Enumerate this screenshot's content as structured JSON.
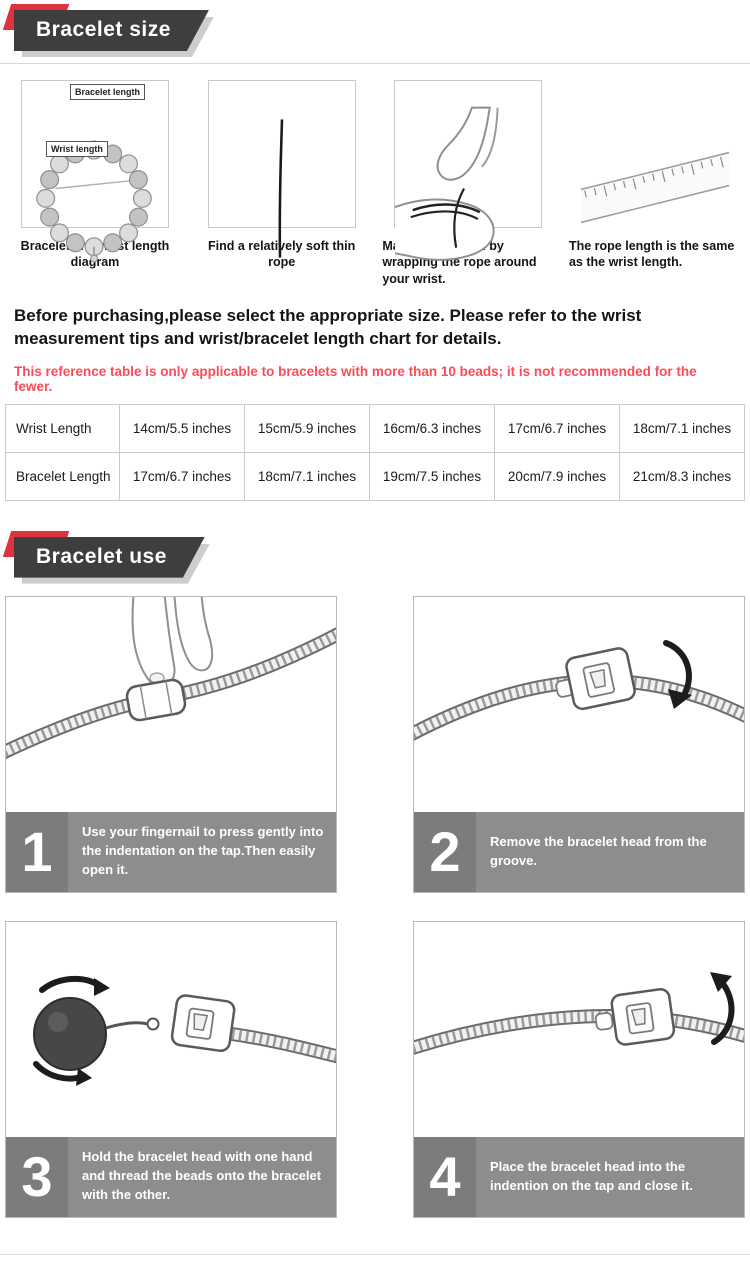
{
  "page": {
    "section1_title": "Bracelet size",
    "section2_title": "Bracelet use"
  },
  "measure_steps": [
    {
      "caption": "Bracelet and wrist length diagram",
      "labels": {
        "bracelet": "Bracelet length",
        "wrist": "Wrist length"
      }
    },
    {
      "caption": "Find a relatively soft thin rope"
    },
    {
      "caption": "Mark the position by wrapping the rope around your wrist."
    },
    {
      "caption": "The rope length is the same as the wrist length."
    }
  ],
  "intro": "Before purchasing,please select the appropriate size. Please refer to the wrist measurement tips and wrist/bracelet length chart for details.",
  "note": "This reference table is only applicable to bracelets with more than 10 beads; it is not recommended for the fewer.",
  "size_table": {
    "rows": [
      {
        "header": "Wrist Length",
        "cells": [
          "14cm/5.5 inches",
          "15cm/5.9 inches",
          "16cm/6.3 inches",
          "17cm/6.7 inches",
          "18cm/7.1 inches"
        ]
      },
      {
        "header": "Bracelet Length",
        "cells": [
          "17cm/6.7 inches",
          "18cm/7.1 inches",
          "19cm/7.5 inches",
          "20cm/7.9 inches",
          "21cm/8.3 inches"
        ]
      }
    ]
  },
  "use_steps": [
    {
      "number": "1",
      "text": "Use your fingernail to press gently into the indentation on the tap.Then easily open it."
    },
    {
      "number": "2",
      "text": "Remove the bracelet head from the groove."
    },
    {
      "number": "3",
      "text": "Hold the bracelet head with one hand and thread the beads onto the bracelet with the other."
    },
    {
      "number": "4",
      "text": "Place the bracelet head into the indention on the tap and close it."
    }
  ],
  "colors": {
    "ribbon_red": "#e0313e",
    "banner_dark": "#3e3e3e",
    "note_red": "#fb4b57",
    "step_band_gray": "#8d8d8d"
  }
}
